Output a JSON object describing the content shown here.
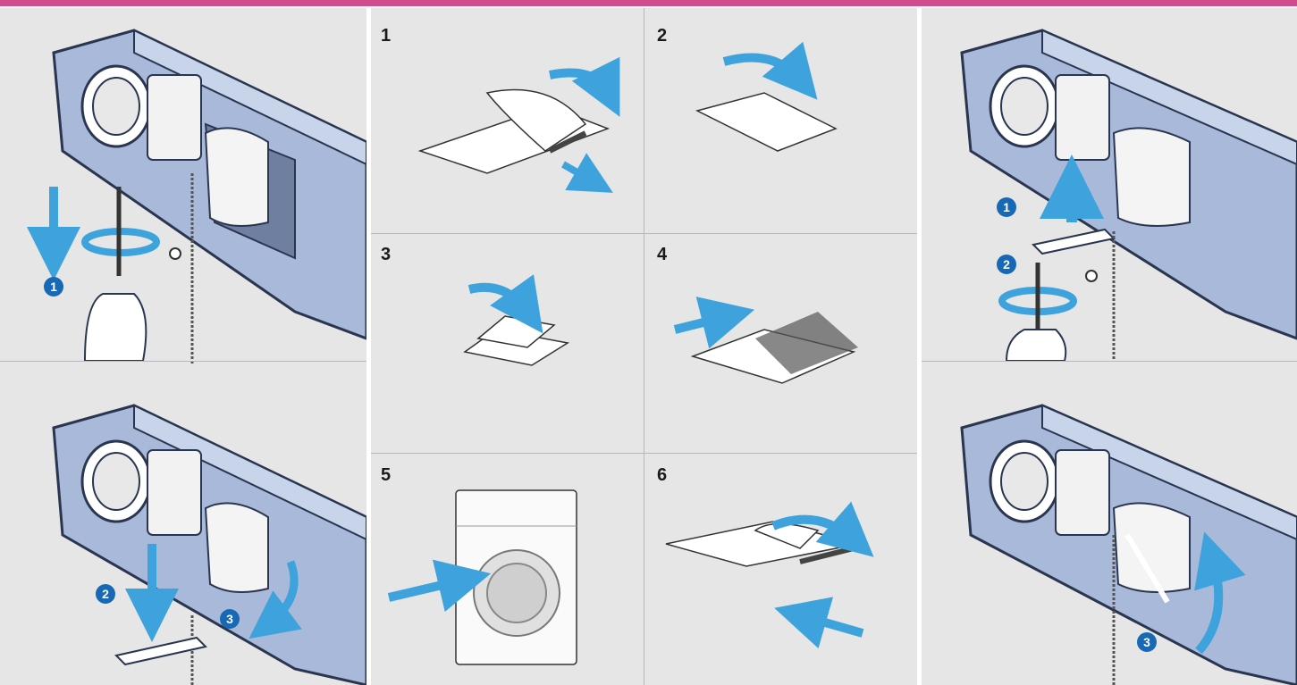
{
  "colors": {
    "accent_bar": "#d24b8e",
    "panel_bg": "#e6e6e7",
    "rail_blue": "#a9b9d9",
    "rail_dark": "#2a3550",
    "arrow_blue": "#3ea3dc",
    "badge_blue": "#1769b5"
  },
  "left_panel": {
    "top_badges": [
      "1"
    ],
    "bottom_badges": [
      "2",
      "3"
    ]
  },
  "middle_panel": {
    "steps": [
      {
        "number": "1",
        "icon": "fabric-unfold-icon"
      },
      {
        "number": "2",
        "icon": "fabric-fold-icon"
      },
      {
        "number": "3",
        "icon": "fabric-fold-again-icon"
      },
      {
        "number": "4",
        "icon": "laundry-net-icon"
      },
      {
        "number": "5",
        "icon": "washing-machine-icon"
      },
      {
        "number": "6",
        "icon": "fabric-reattach-icon"
      }
    ]
  },
  "right_panel": {
    "top_badges": [
      "1",
      "2"
    ],
    "bottom_badges": [
      "3"
    ]
  }
}
